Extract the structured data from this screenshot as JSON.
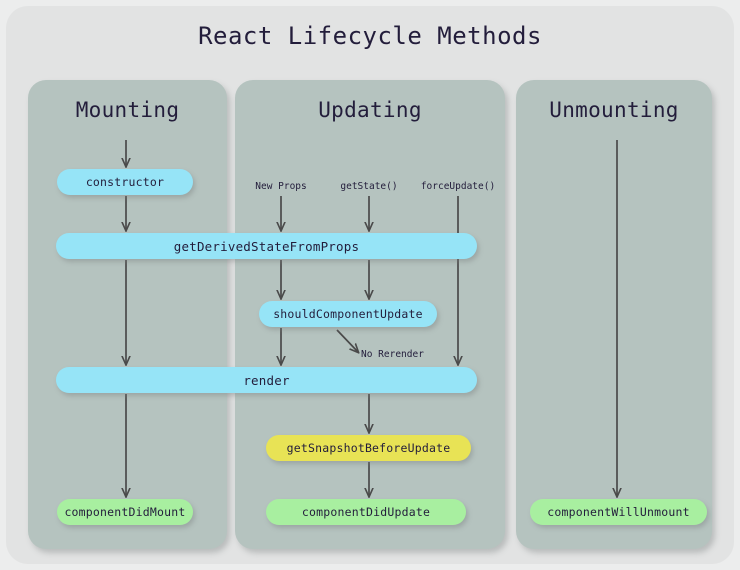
{
  "diagram": {
    "title": "React Lifecycle Methods",
    "type": "flowchart",
    "background_color": "#eceded",
    "card_color": "#e2e3e3",
    "column_color": "#b5c3bf",
    "text_color": "#231d3b",
    "node_colors": {
      "blue": "#96e4f7",
      "green": "#a8efa0",
      "yellow": "#e8e355"
    }
  },
  "columns": [
    {
      "id": "mounting",
      "title": "Mounting"
    },
    {
      "id": "updating",
      "title": "Updating"
    },
    {
      "id": "unmounting",
      "title": "Unmounting"
    }
  ],
  "triggers": [
    {
      "id": "new-props",
      "label": "New Props"
    },
    {
      "id": "get-state",
      "label": "getState()"
    },
    {
      "id": "force-update",
      "label": "forceUpdate()"
    }
  ],
  "nodes": {
    "constructor": {
      "label": "constructor",
      "color": "blue",
      "column": "mounting"
    },
    "get_derived_state": {
      "label": "getDerivedStateFromProps",
      "color": "blue",
      "column": "mounting+updating"
    },
    "should_component_update": {
      "label": "shouldComponentUpdate",
      "color": "blue",
      "column": "updating"
    },
    "render": {
      "label": "render",
      "color": "blue",
      "column": "mounting+updating"
    },
    "get_snapshot": {
      "label": "getSnapshotBeforeUpdate",
      "color": "yellow",
      "column": "updating"
    },
    "component_did_update": {
      "label": "componentDidUpdate",
      "color": "green",
      "column": "updating"
    },
    "component_did_mount": {
      "label": "componentDidMount",
      "color": "green",
      "column": "mounting"
    },
    "component_will_unmount": {
      "label": "componentWillUnmount",
      "color": "green",
      "column": "unmounting"
    }
  },
  "edges": [
    {
      "from": "mounting-title",
      "to": "constructor",
      "label": ""
    },
    {
      "from": "constructor",
      "to": "get_derived_state",
      "label": ""
    },
    {
      "from": "get_derived_state",
      "to": "render",
      "label": ""
    },
    {
      "from": "render",
      "to": "component_did_mount",
      "label": ""
    },
    {
      "from": "new-props",
      "to": "get_derived_state",
      "label": ""
    },
    {
      "from": "get-state",
      "to": "get_derived_state",
      "label": ""
    },
    {
      "from": "force-update",
      "to": "render",
      "label": ""
    },
    {
      "from": "get_derived_state",
      "to": "should_component_update",
      "label": ""
    },
    {
      "from": "should_component_update",
      "to": "render",
      "label": ""
    },
    {
      "from": "should_component_update",
      "to": "no-rerender",
      "label": "No Rerender"
    },
    {
      "from": "render",
      "to": "get_snapshot",
      "label": ""
    },
    {
      "from": "get_snapshot",
      "to": "component_did_update",
      "label": ""
    },
    {
      "from": "unmounting-title",
      "to": "component_will_unmount",
      "label": ""
    }
  ],
  "labels": {
    "no_rerender": "No Rerender"
  }
}
